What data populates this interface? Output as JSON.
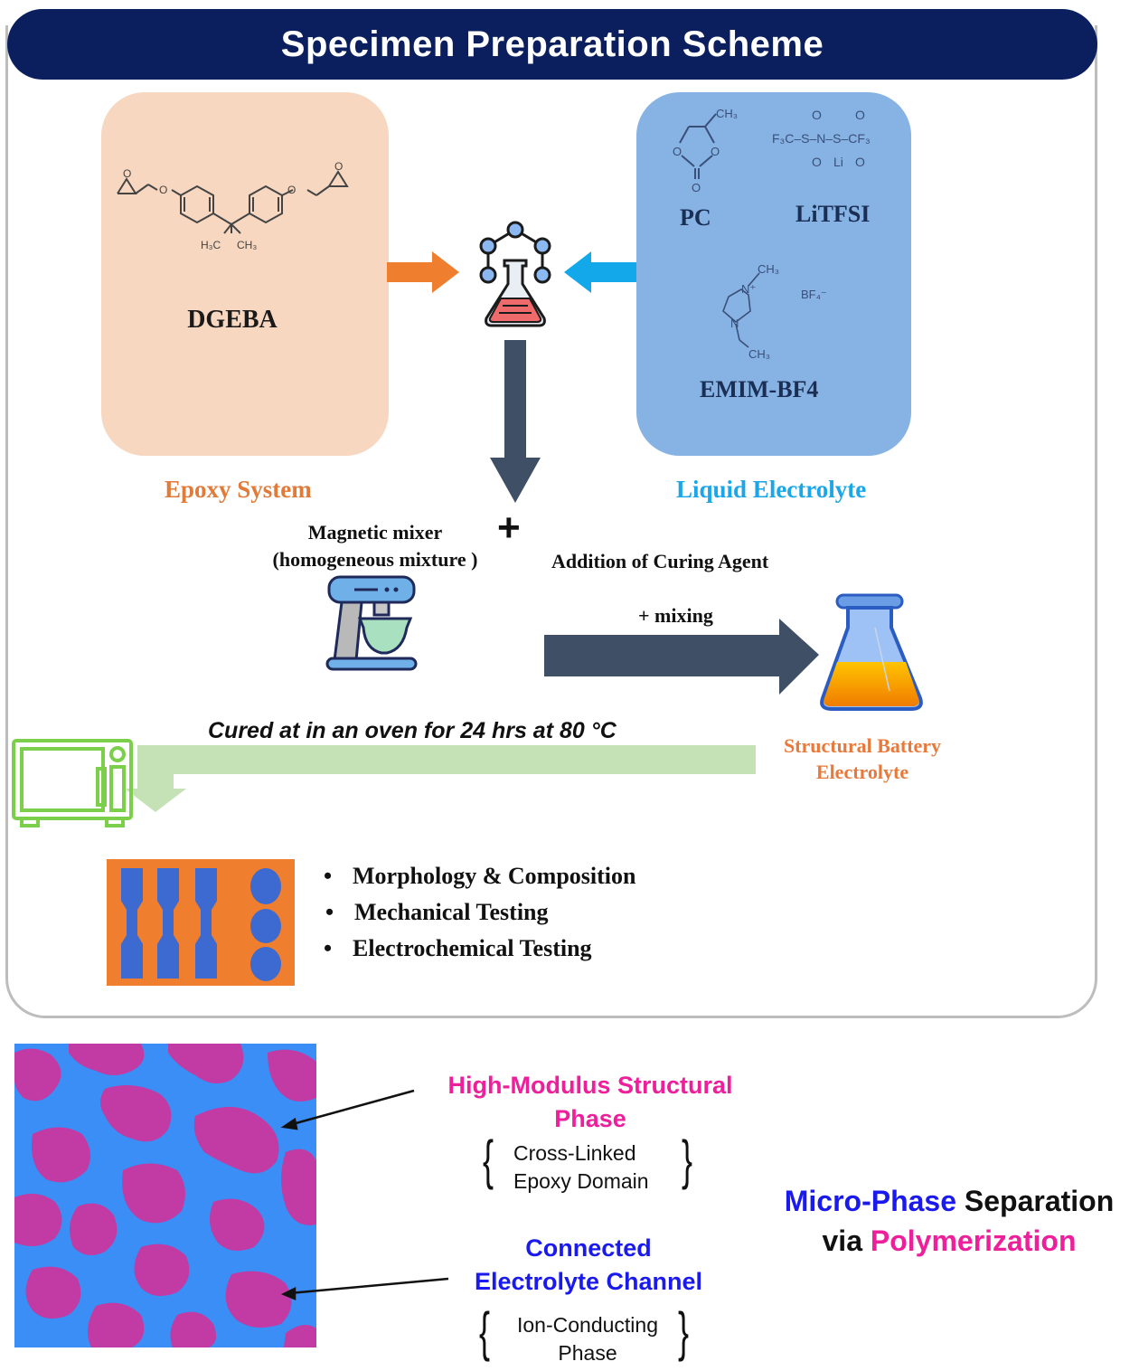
{
  "header": {
    "title": "Specimen Preparation Scheme"
  },
  "epoxy_system": {
    "compound": "DGEBA",
    "substituents": {
      "left_methyl": "H₃C",
      "right_methyl": "CH₃"
    },
    "caption": "Epoxy System",
    "color": "#e07b3a"
  },
  "liquid_electrolyte": {
    "compounds": [
      {
        "name": "PC",
        "structure_labels": [
          "CH₃",
          "O",
          "O",
          "O"
        ]
      },
      {
        "name": "LiTFSI",
        "structure_labels": [
          "F₃C",
          "S",
          "N",
          "S",
          "CF₃",
          "O",
          "O",
          "O",
          "O",
          "Li"
        ]
      },
      {
        "name": "EMIM-BF4",
        "structure_labels": [
          "CH₃",
          "N⁺",
          "N",
          "CH₃",
          "BF₄⁻"
        ]
      }
    ],
    "caption": "Liquid Electrolyte",
    "color": "#1aa6e8"
  },
  "mixing": {
    "icon": "flask-molecule-icon",
    "plus_symbol": "+",
    "mixer_label_line1": "Magnetic mixer",
    "mixer_label_line2": "(homogeneous mixture )",
    "curing_label": "Addition of Curing Agent",
    "mixing_label": "+ mixing",
    "mixer_icon": "stand-mixer-icon"
  },
  "product": {
    "icon": "erlenmeyer-flask-icon",
    "label_line1": "Structural Battery",
    "label_line2": "Electrolyte",
    "color": "#e8793a"
  },
  "curing": {
    "label": "Cured at in an oven for 24 hrs at 80 °C",
    "icon": "oven-icon"
  },
  "tests": {
    "icon": "specimen-mold-icon",
    "bullet": "•",
    "items": [
      "Morphology & Composition",
      "Mechanical Testing",
      "Electrochemical Testing"
    ]
  },
  "morphology": {
    "phase_colors": {
      "structural": "#c23aa3",
      "electrolyte": "#3a8ef6"
    },
    "structural_phase": {
      "title_line1": "High-Modulus Structural",
      "title_line2": "Phase",
      "detail_line1": "Cross-Linked",
      "detail_line2": "Epoxy Domain",
      "color": "#ee1f9a"
    },
    "electrolyte_phase": {
      "title_line1": "Connected",
      "title_line2": "Electrolyte Channel",
      "detail_line1": "Ion-Conducting",
      "detail_line2": "Phase",
      "color": "#1a1aee"
    },
    "summary": {
      "part1": "Micro-Phase",
      "part2": " Separation",
      "part3": "via ",
      "part4": "Polymerization",
      "colors": {
        "part1": "#1a1aee",
        "part4": "#ee1f9a"
      }
    },
    "braces": {
      "open": "{",
      "close": "}"
    }
  }
}
